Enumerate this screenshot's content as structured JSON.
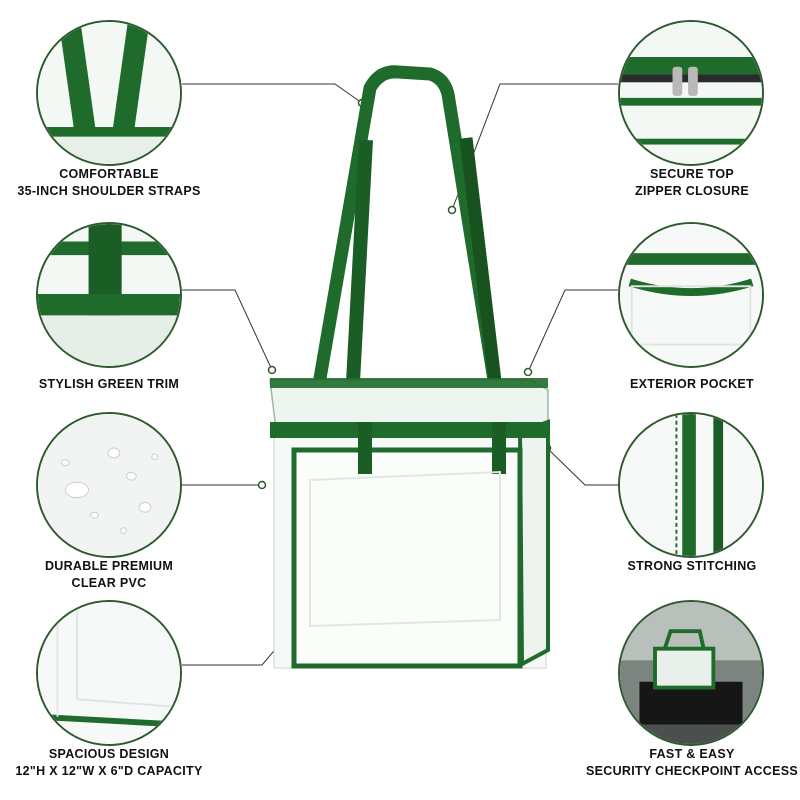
{
  "colors": {
    "trim": "#1f6b2c",
    "trim_dark": "#17521f",
    "outline": "#2e5a2e",
    "text": "#111111"
  },
  "features": [
    {
      "id": "straps",
      "icon": "strap-closeup-icon",
      "lines": [
        "COMFORTABLE",
        "35-INCH SHOULDER STRAPS"
      ]
    },
    {
      "id": "trim",
      "icon": "green-trim-closeup-icon",
      "lines": [
        "STYLISH GREEN TRIM"
      ]
    },
    {
      "id": "pvc",
      "icon": "water-droplets-icon",
      "lines": [
        "DURABLE PREMIUM",
        "CLEAR PVC"
      ]
    },
    {
      "id": "capacity",
      "icon": "bag-corner-icon",
      "lines": [
        "SPACIOUS DESIGN",
        "12\"H X 12\"W X 6\"D CAPACITY"
      ]
    },
    {
      "id": "zipper",
      "icon": "zipper-icon",
      "lines": [
        "SECURE TOP",
        "ZIPPER CLOSURE"
      ]
    },
    {
      "id": "pocket",
      "icon": "exterior-pocket-icon",
      "lines": [
        "EXTERIOR POCKET"
      ]
    },
    {
      "id": "stitching",
      "icon": "stitching-closeup-icon",
      "lines": [
        "STRONG STITCHING"
      ]
    },
    {
      "id": "security",
      "icon": "security-tray-icon",
      "lines": [
        "FAST & EASY",
        "SECURITY CHECKPOINT ACCESS"
      ]
    }
  ]
}
